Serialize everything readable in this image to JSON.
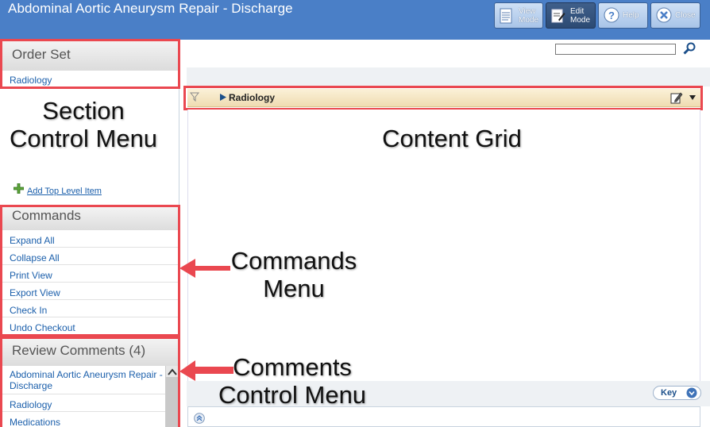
{
  "header": {
    "title": "Abdominal Aortic Aneurysm Repair - Discharge",
    "buttons": [
      {
        "line1": "View",
        "line2": "Mode"
      },
      {
        "line1": "Edit",
        "line2": "Mode"
      },
      {
        "label": "Help"
      },
      {
        "label": "Close"
      }
    ]
  },
  "order_set": {
    "title": "Order Set",
    "items": [
      "Radiology"
    ],
    "add_top_level": "Add Top Level Item"
  },
  "commands": {
    "title": "Commands",
    "items": [
      "Expand All",
      "Collapse All",
      "Print View",
      "Export View",
      "Check In",
      "Undo Checkout"
    ]
  },
  "review_comments": {
    "title": "Review Comments (4)",
    "items": [
      "Abdominal Aortic Aneurysm Repair - Discharge",
      "Radiology",
      "Medications"
    ]
  },
  "grid": {
    "section_label": "Radiology",
    "key_label": "Key"
  },
  "annotations": {
    "section_control": [
      "Section",
      "Control Menu"
    ],
    "content_grid": "Content Grid",
    "commands_menu": [
      "Commands",
      "Menu"
    ],
    "comments_control": [
      "Comments",
      "Control Menu"
    ]
  },
  "colors": {
    "header_blue": "#4a7fc7",
    "link_blue": "#1b5fab",
    "annotation_red": "#ea4850",
    "grid_bar": "#f5e6c4"
  }
}
